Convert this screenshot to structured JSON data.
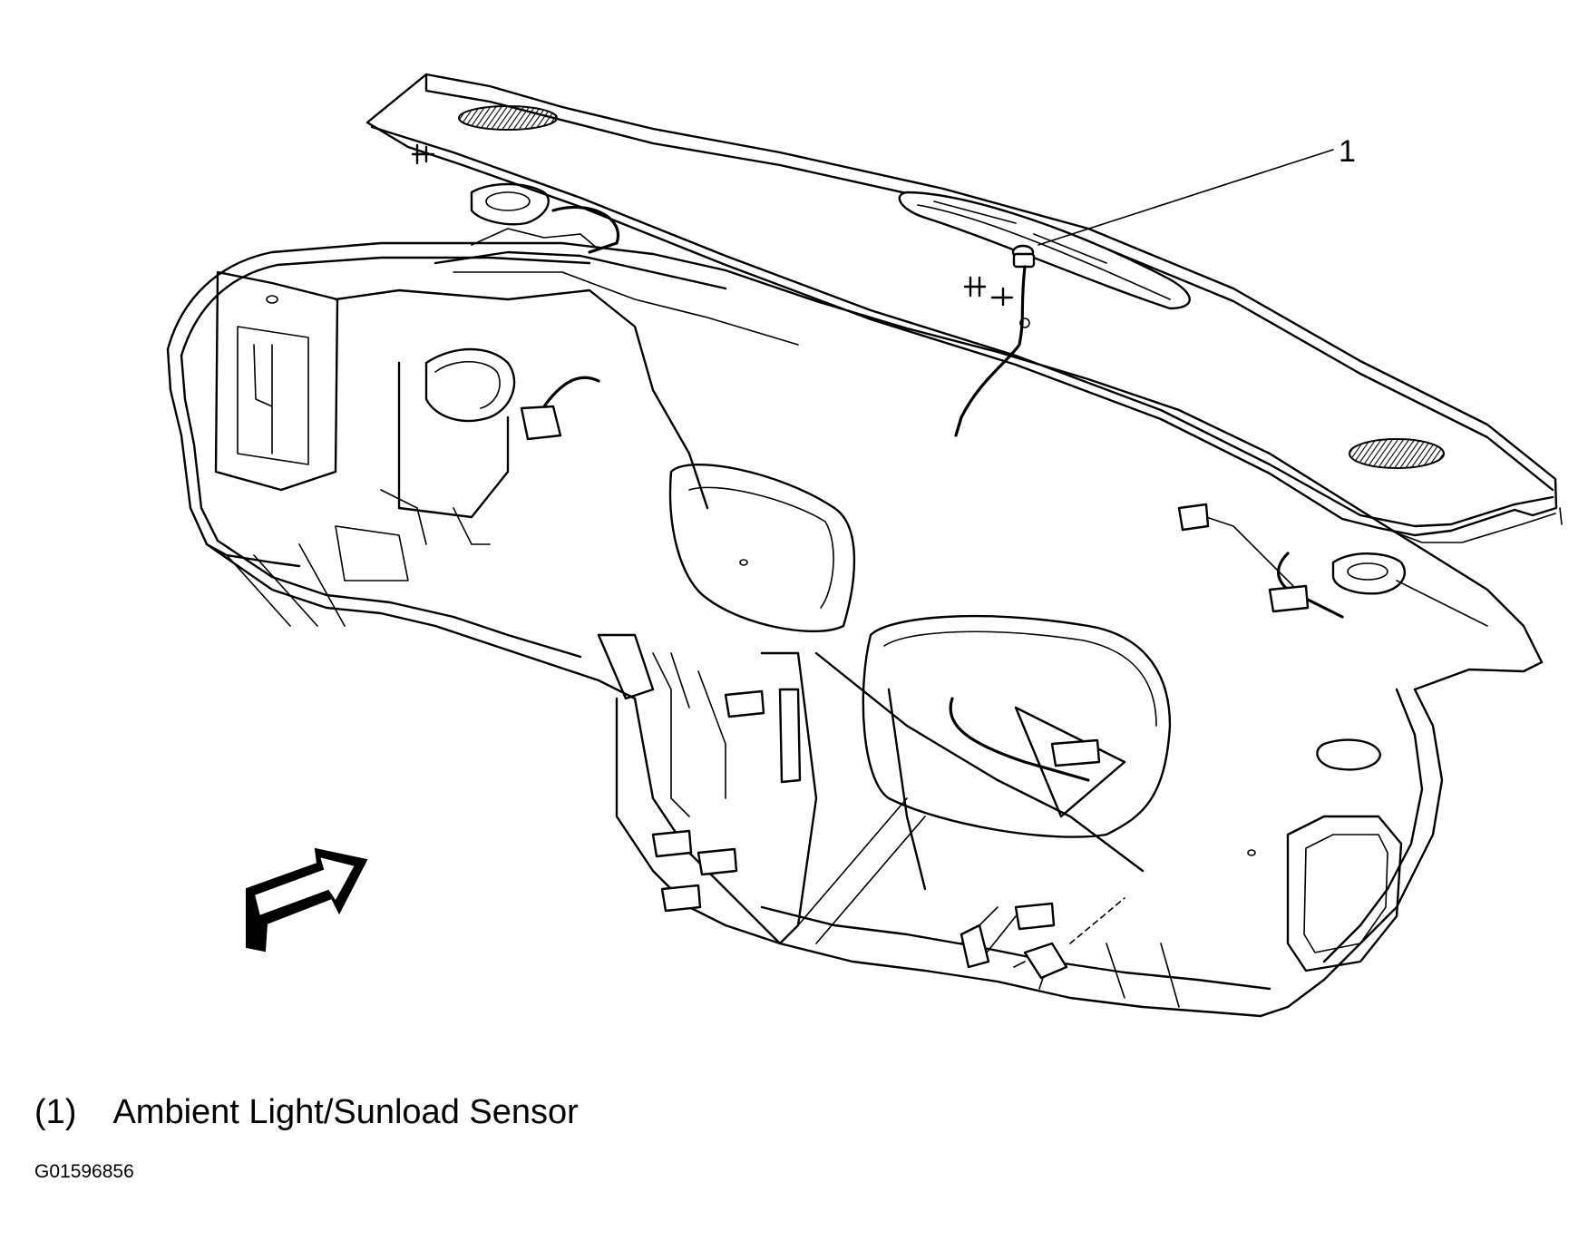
{
  "callouts": [
    {
      "number": "1"
    }
  ],
  "legend": {
    "items": [
      {
        "number": "(1)",
        "label": "Ambient Light/Sunload Sensor"
      }
    ]
  },
  "figure_id": "G01596856",
  "icons": [
    "view-direction-arrow-icon",
    "speaker-grille-icon",
    "sunload-sensor-icon"
  ]
}
